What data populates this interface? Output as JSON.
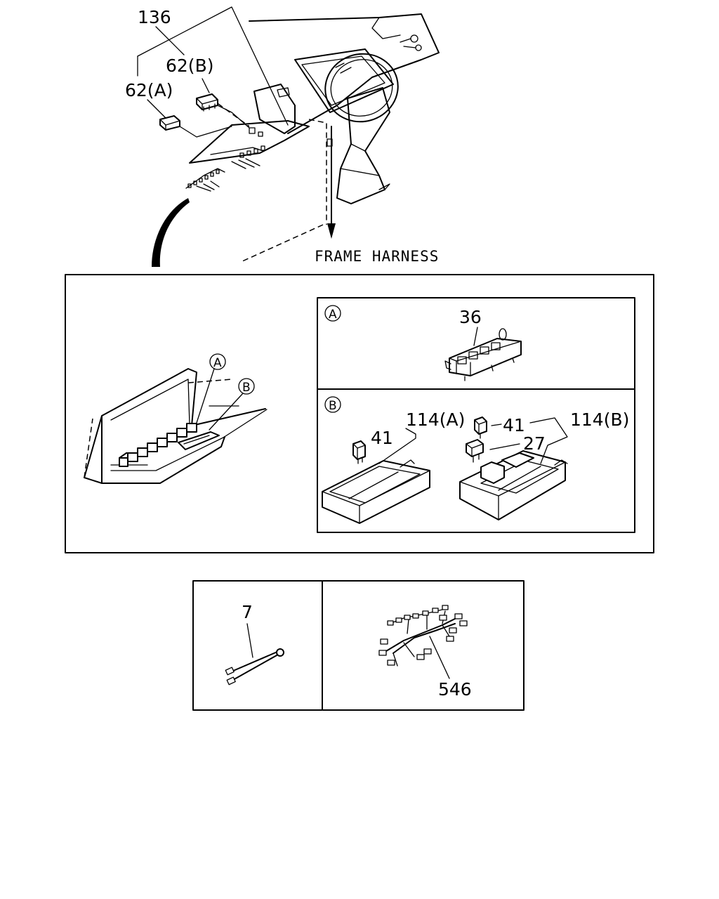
{
  "callouts": {
    "c136": "136",
    "c62b": "62(B)",
    "c62a": "62(A)",
    "frame_harness": "FRAME HARNESS",
    "c36": "36",
    "c114a": "114(A)",
    "c41a": "41",
    "c41b": "41",
    "c114b": "114(B)",
    "c27": "27",
    "c7": "7",
    "c546": "546"
  },
  "markers": {
    "a": "A",
    "b": "B"
  }
}
